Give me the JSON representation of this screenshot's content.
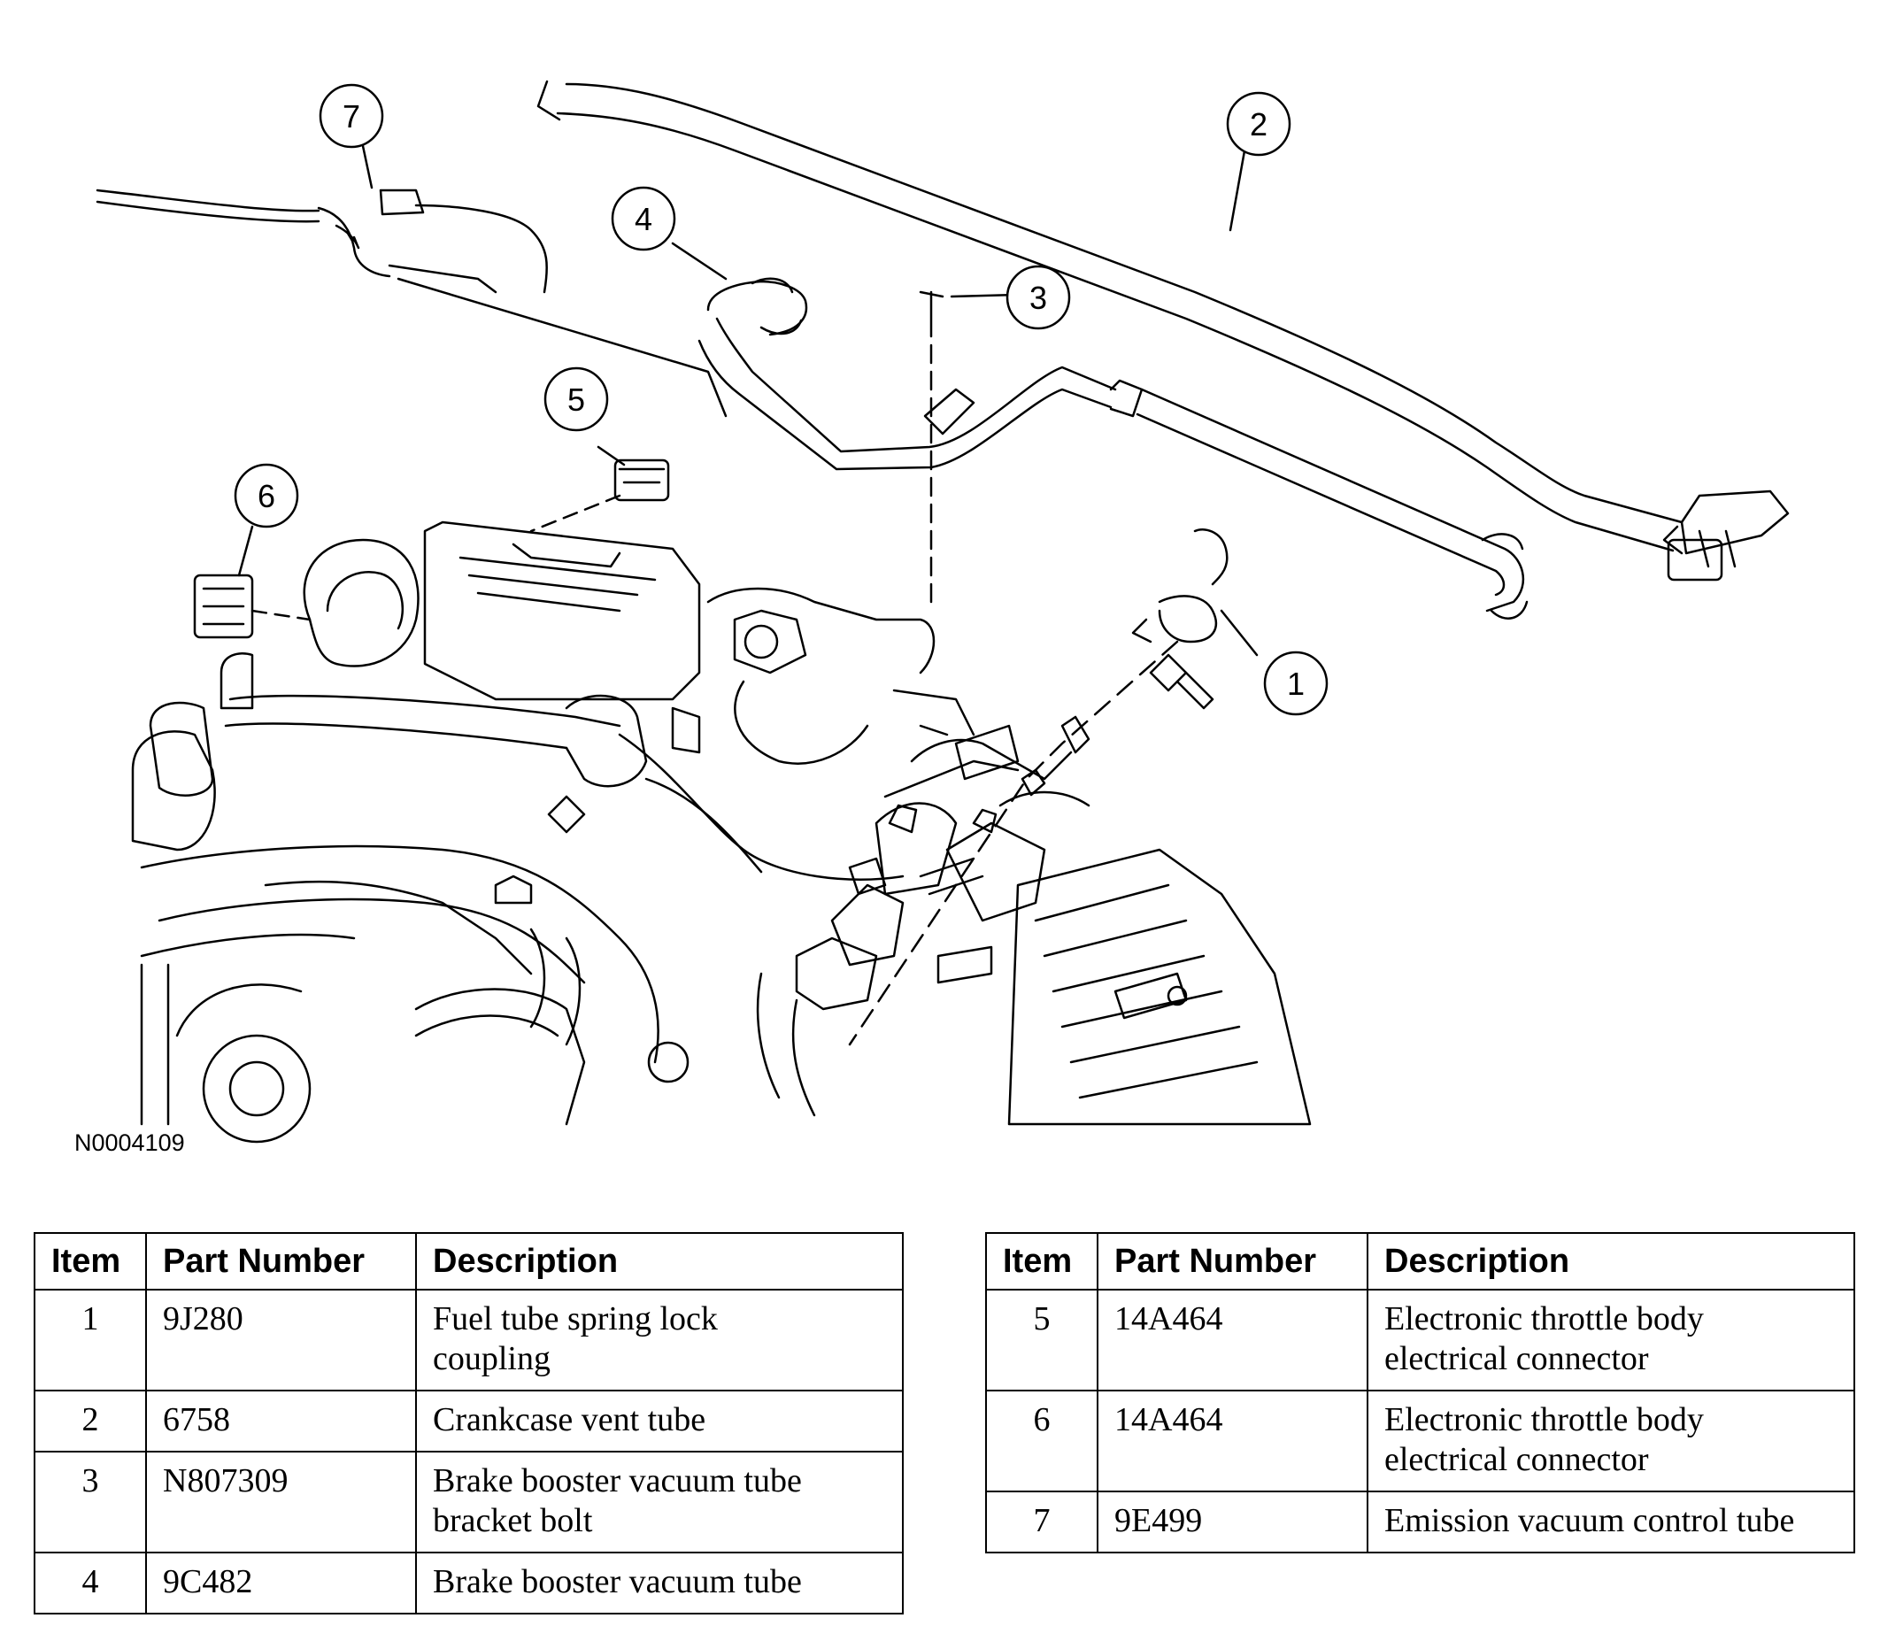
{
  "figure_id": "N0004109",
  "callouts": [
    "1",
    "2",
    "3",
    "4",
    "5",
    "6",
    "7"
  ],
  "table_headers": {
    "item": "Item",
    "part_number": "Part Number",
    "description": "Description"
  },
  "parts_left": [
    {
      "item": "1",
      "part_number": "9J280",
      "description": [
        "Fuel tube spring lock",
        "coupling"
      ]
    },
    {
      "item": "2",
      "part_number": "6758",
      "description": [
        "Crankcase vent tube"
      ]
    },
    {
      "item": "3",
      "part_number": "N807309",
      "description": [
        "Brake booster vacuum tube",
        "bracket bolt"
      ]
    },
    {
      "item": "4",
      "part_number": "9C482",
      "description": [
        "Brake booster vacuum tube"
      ]
    }
  ],
  "parts_right": [
    {
      "item": "5",
      "part_number": "14A464",
      "description": [
        "Electronic throttle body",
        "electrical connector"
      ]
    },
    {
      "item": "6",
      "part_number": "14A464",
      "description": [
        "Electronic throttle body",
        "electrical connector"
      ]
    },
    {
      "item": "7",
      "part_number": "9E499",
      "description": [
        "Emission vacuum control tube"
      ]
    }
  ]
}
